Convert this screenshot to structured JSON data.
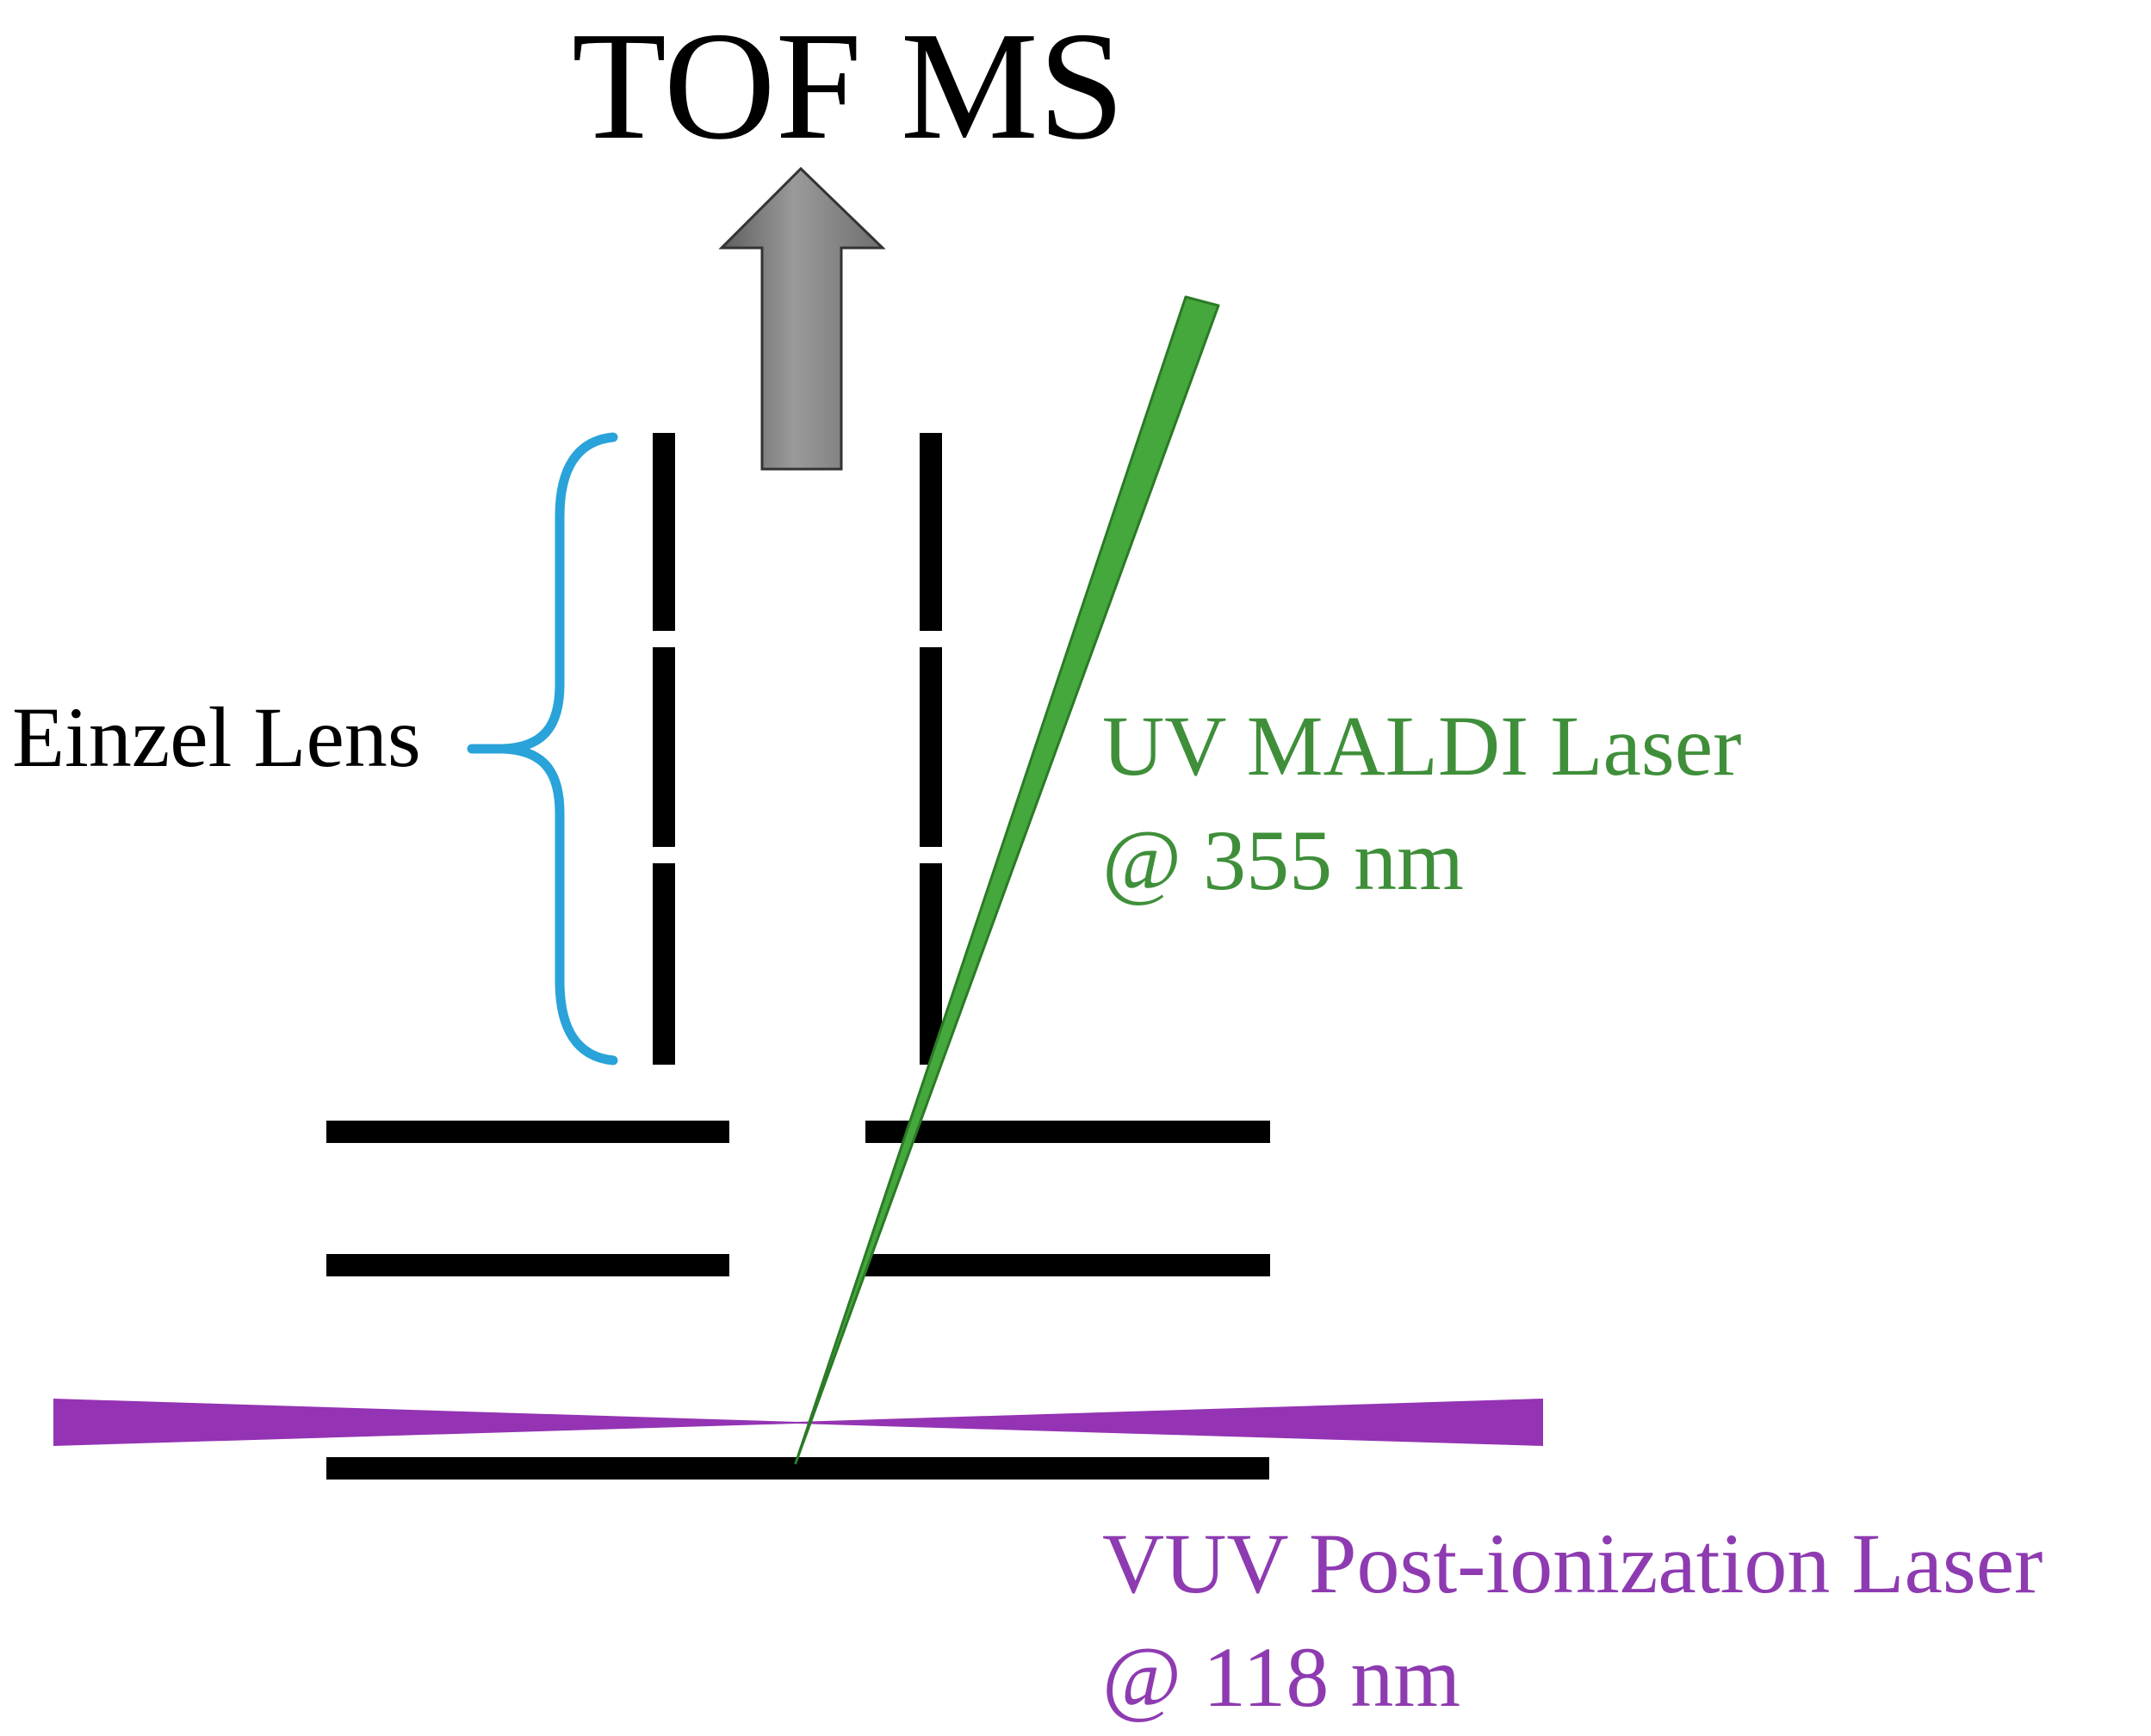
{
  "title": "TOF MS",
  "labels": {
    "einzel_lens": "Einzel Lens",
    "uv_laser_line1": "UV MALDI Laser",
    "uv_laser_line2": "@ 355 nm",
    "vuv_laser_line1": "VUV Post-ionization Laser",
    "vuv_laser_line2": "@ 118 nm"
  },
  "colors": {
    "text": "#000000",
    "electrodes": "#000000",
    "arrow_fill": "#8a8a8a",
    "arrow_stroke": "#333333",
    "brace": "#29a3d9",
    "uv_laser": "#44a83c",
    "uv_text": "#3f8f3a",
    "vuv_laser": "#9433b3",
    "vuv_text": "#8e3bb1"
  },
  "icons": {
    "ion_flight_arrow": "up-arrow-icon",
    "einzel_brace": "left-curly-brace-icon"
  }
}
